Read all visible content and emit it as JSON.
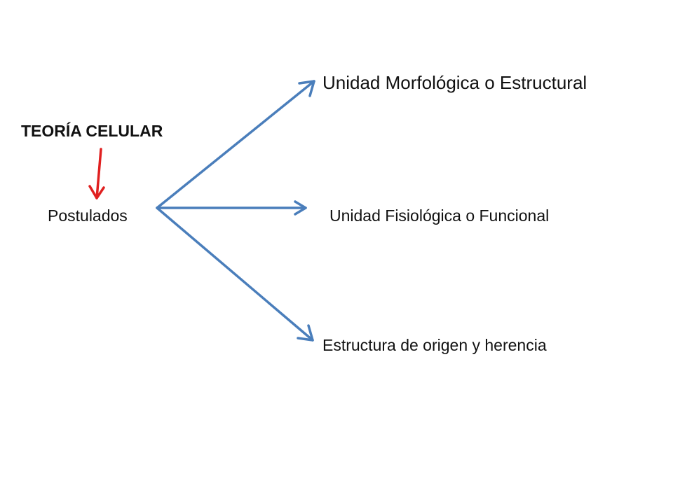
{
  "title": "TEORÍA CELULAR",
  "root": "Postulados",
  "branches": [
    {
      "label": "Unidad Morfológica o Estructural"
    },
    {
      "label": "Unidad Fisiológica o Funcional"
    },
    {
      "label": "Estructura de origen y herencia"
    }
  ],
  "colors": {
    "title_arrow": "#e02020",
    "branch_arrows": "#4a7ebb",
    "text": "#111111"
  }
}
